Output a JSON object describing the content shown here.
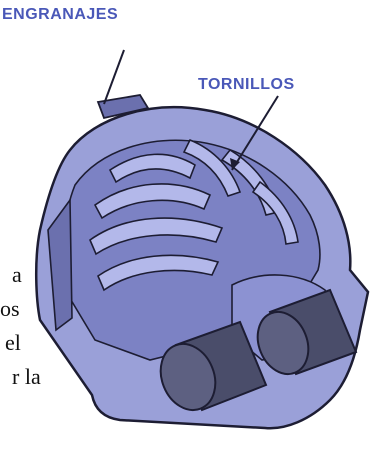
{
  "diagram": {
    "labels": {
      "gears": "ENGRANAJES",
      "screws": "TORNILLOS"
    },
    "text_fragments": [
      "a",
      "os",
      "el",
      "r la"
    ],
    "colors": {
      "label": "#4a58b8",
      "housing_fill": "#9aa0d8",
      "housing_dark": "#6b70ae",
      "outline": "#1d1d33",
      "shaft": "#4a4d6a"
    }
  }
}
